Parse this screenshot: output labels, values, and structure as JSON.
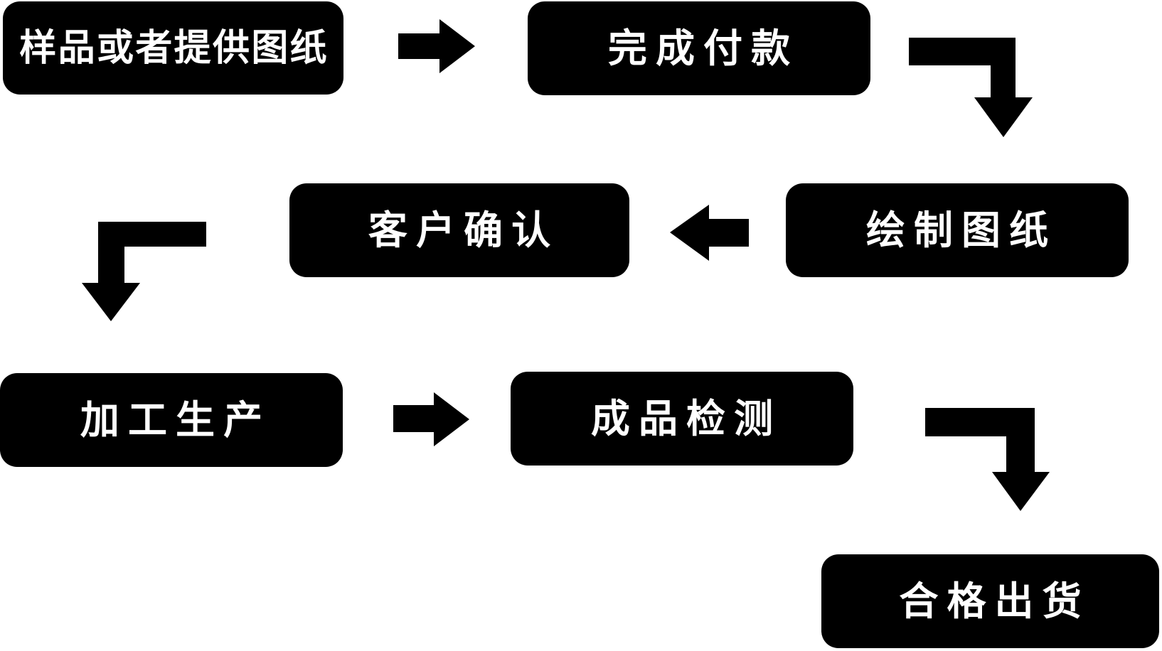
{
  "diagram": {
    "type": "flowchart",
    "background_color": "#ffffff",
    "node_bg_color": "#000000",
    "node_text_color": "#ffffff",
    "arrow_color": "#000000",
    "nodes": [
      {
        "id": "sample",
        "label": "样品或者提供图纸"
      },
      {
        "id": "payment",
        "label": "完成付款"
      },
      {
        "id": "draw",
        "label": "绘制图纸"
      },
      {
        "id": "confirm",
        "label": "客户确认"
      },
      {
        "id": "produce",
        "label": "加工生产"
      },
      {
        "id": "inspect",
        "label": "成品检测"
      },
      {
        "id": "ship",
        "label": "合格出货"
      }
    ],
    "edges": [
      {
        "from": "sample",
        "to": "payment",
        "shape": "straight-right"
      },
      {
        "from": "payment",
        "to": "draw",
        "shape": "elbow-right-then-down"
      },
      {
        "from": "draw",
        "to": "confirm",
        "shape": "straight-left"
      },
      {
        "from": "confirm",
        "to": "produce",
        "shape": "elbow-left-then-down"
      },
      {
        "from": "produce",
        "to": "inspect",
        "shape": "straight-right"
      },
      {
        "from": "inspect",
        "to": "ship",
        "shape": "elbow-right-then-down"
      }
    ]
  }
}
